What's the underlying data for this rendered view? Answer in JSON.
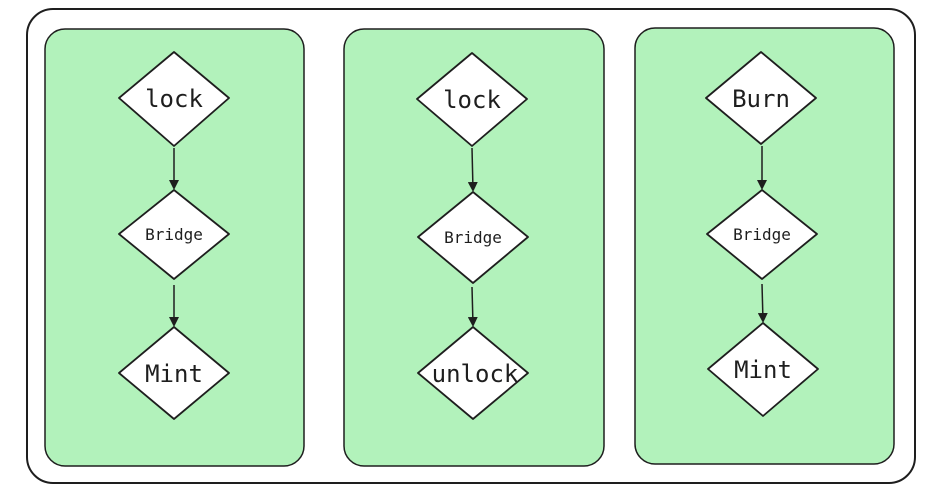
{
  "colors": {
    "panel_fill": "#b2f2bb",
    "stroke": "#1e1e1e",
    "node_fill": "#ffffff",
    "background": "#ffffff"
  },
  "flows": [
    {
      "nodes": [
        {
          "label": "lock"
        },
        {
          "label": "Bridge"
        },
        {
          "label": "Mint"
        }
      ]
    },
    {
      "nodes": [
        {
          "label": "lock"
        },
        {
          "label": "Bridge"
        },
        {
          "label": "unlock"
        }
      ]
    },
    {
      "nodes": [
        {
          "label": "Burn"
        },
        {
          "label": "Bridge"
        },
        {
          "label": "Mint"
        }
      ]
    }
  ]
}
